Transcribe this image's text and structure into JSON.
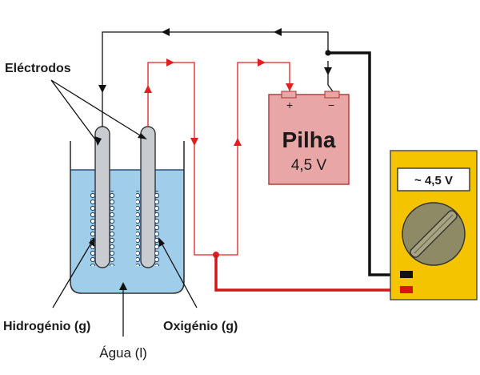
{
  "labels": {
    "electrodes": "Eléctrodos",
    "hydrogen": "Hidrogénio (g)",
    "oxygen": "Oxigénio (g)",
    "water": "Água (l)"
  },
  "battery": {
    "name": "Pilha",
    "voltage": "4,5 V",
    "positive": "+",
    "negative": "−"
  },
  "multimeter": {
    "reading": "~ 4,5 V"
  },
  "colors": {
    "battery_fill": "#e9a6a6",
    "battery_stroke": "#b04a4a",
    "meter_body": "#f5c400",
    "meter_dial": "#8f8a66",
    "water": "#9fcdea",
    "electrode": "#c8ccd0",
    "wire_red": "#e02020",
    "wire_dark_red": "#d01818",
    "wire_black": "#111111"
  },
  "icons": [
    "arrow-icon",
    "bubble-pattern-icon",
    "terminal-plug-icon"
  ]
}
